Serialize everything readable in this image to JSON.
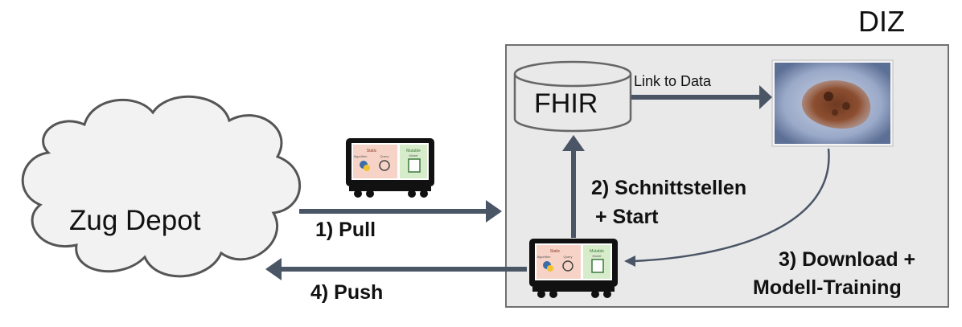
{
  "diz": {
    "title": "DIZ"
  },
  "depot": {
    "label": "Zug Depot"
  },
  "fhir": {
    "label": "FHIR"
  },
  "link_label": "Link to Data",
  "steps": {
    "pull": "1) Pull",
    "interface_line1": "2) Schnittstellen",
    "interface_line2": "+ Start",
    "download_line1": "3) Download +",
    "download_line2": "Modell-Training",
    "push": "4) Push"
  },
  "train_screen": {
    "static_label": "Static",
    "mutable_label": "Mutable",
    "algorithm_label": "Algorithm",
    "query_label": "Query",
    "model_label": "Model"
  },
  "colors": {
    "arrow": "#4a5565",
    "box_fill": "#e9e9ea",
    "static_panel": "#f6d3c6",
    "mutable_panel": "#d7eccb"
  }
}
